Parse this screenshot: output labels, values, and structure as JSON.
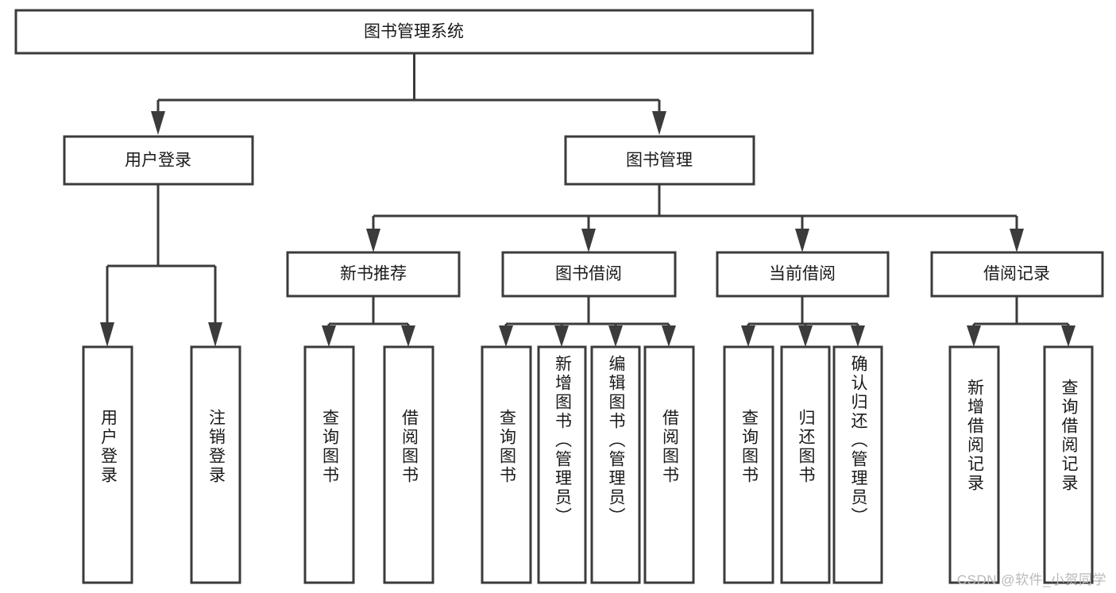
{
  "diagram": {
    "type": "tree-hierarchy",
    "title": "图书管理系统",
    "watermark": "CSDN @软件_小贺同学",
    "colors": {
      "stroke": "#3b3b3b",
      "fill": "#ffffff",
      "text": "#1a1a1a",
      "background": "#ffffff",
      "watermark": "#b9b9b9"
    },
    "root": {
      "label": "图书管理系统"
    },
    "level2": [
      {
        "label": "用户登录"
      },
      {
        "label": "图书管理"
      }
    ],
    "level3": [
      {
        "label": "新书推荐"
      },
      {
        "label": "图书借阅"
      },
      {
        "label": "当前借阅"
      },
      {
        "label": "借阅记录"
      }
    ],
    "leaves_user_login": [
      {
        "label": "用户登录"
      },
      {
        "label": "注销登录"
      }
    ],
    "leaves_new_book": [
      {
        "label": "查询图书"
      },
      {
        "label": "借阅图书"
      }
    ],
    "leaves_borrow": [
      {
        "label": "查询图书"
      },
      {
        "label": "新增图书（管理员）"
      },
      {
        "label": "编辑图书（管理员）"
      },
      {
        "label": "借阅图书"
      }
    ],
    "leaves_current": [
      {
        "label": "查询图书"
      },
      {
        "label": "归还图书"
      },
      {
        "label": "确认归还（管理员）"
      }
    ],
    "leaves_records": [
      {
        "label": "新增借阅记录"
      },
      {
        "label": "查询借阅记录"
      }
    ]
  }
}
